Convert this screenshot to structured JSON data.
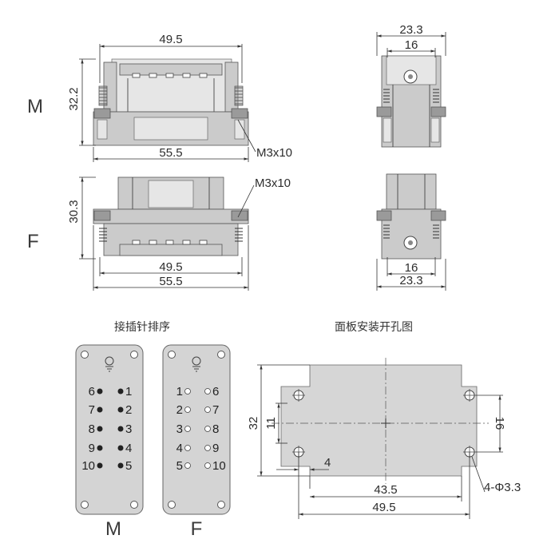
{
  "labels": {
    "male": "M",
    "female": "F",
    "screw": "M3x10"
  },
  "dims": {
    "m_top_width": "49.5",
    "m_height": "32.2",
    "m_bottom_width": "55.5",
    "side_outer": "23.3",
    "side_inner": "16",
    "f_height": "30.3",
    "f_inner_width": "49.5",
    "f_outer_width": "55.5",
    "cut_height": "32",
    "cut_small": "11",
    "cut_hole_spacing": "16",
    "cut_offset": "4",
    "cut_inner": "43.5",
    "cut_outer": "49.5",
    "cut_holes": "4-Φ3.3"
  },
  "captions": {
    "pin_order": "接插针排序",
    "panel_cutout": "面板安装开孔图"
  },
  "pins": {
    "male_left": [
      "6",
      "7",
      "8",
      "9",
      "10"
    ],
    "male_right": [
      "1",
      "2",
      "3",
      "4",
      "5"
    ],
    "female_left": [
      "1",
      "2",
      "3",
      "4",
      "5"
    ],
    "female_right": [
      "6",
      "7",
      "8",
      "9",
      "10"
    ]
  },
  "card_labels": {
    "male": "M",
    "female": "F"
  }
}
